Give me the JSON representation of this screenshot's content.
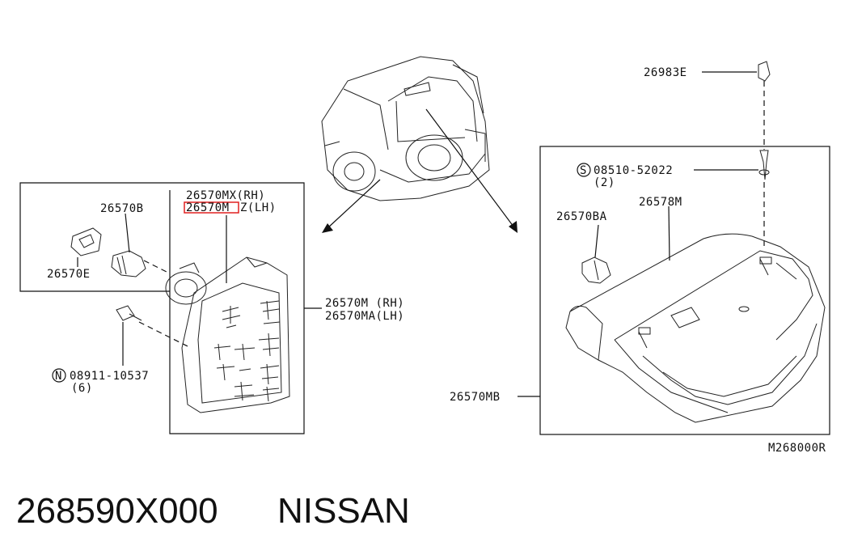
{
  "parts": {
    "top_right_clip": "26983E",
    "screw_symbol": "S",
    "screw_part": "08510-52022",
    "screw_qty": "(2)",
    "high_mount_lamp": "26578M",
    "bulb_right": "26570BA",
    "housing_right": "26570MB",
    "left_mx": "26570MX(RH)",
    "left_mz_a": "26570M",
    "left_mz_b": "Z(LH)",
    "bulb_left": "26570B",
    "socket_left": "26570E",
    "lamp_rh": "26570M (RH)",
    "lamp_lh": "26570MA(LH)",
    "nut_symbol": "N",
    "nut_part": "08911-10537",
    "nut_qty": "(6)",
    "diagram_code": "M268000R"
  },
  "footer": {
    "part_number": "268590X000",
    "brand": "NISSAN"
  },
  "colors": {
    "ink": "#111111",
    "highlight": "#e02020"
  }
}
